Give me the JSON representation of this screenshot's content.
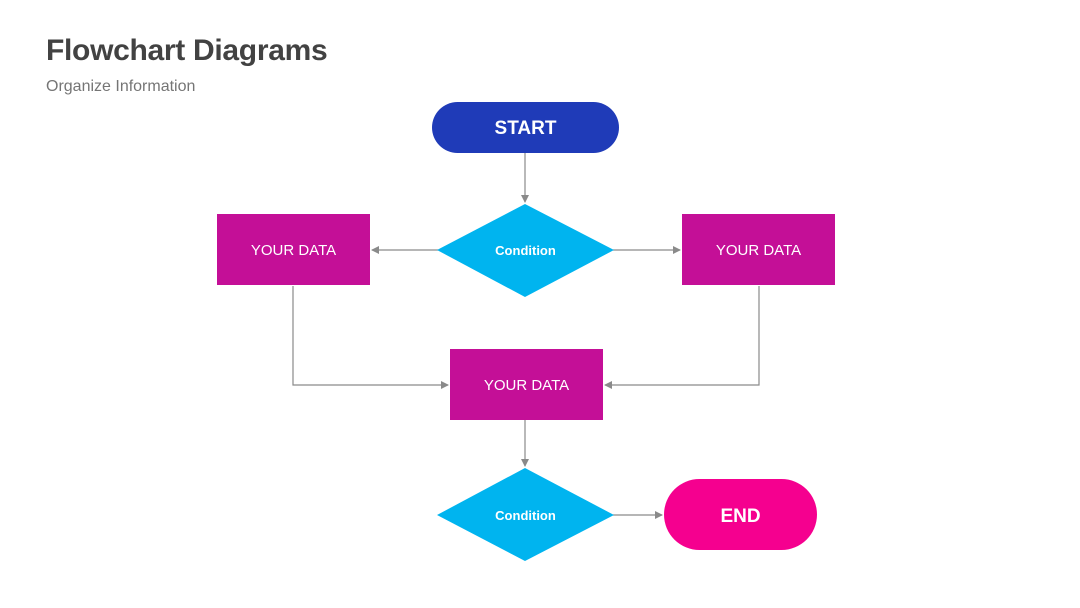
{
  "header": {
    "title": "Flowchart Diagrams",
    "subtitle": "Organize Information"
  },
  "colors": {
    "terminal_start": "#1f3bb8",
    "terminal_end": "#f5008f",
    "process": "#c40f97",
    "decision": "#00b4ef",
    "connector": "#8a8a8a"
  },
  "diagram": {
    "nodes": {
      "start": {
        "label": "START"
      },
      "condition_1": {
        "label": "Condition"
      },
      "data_left": {
        "label": "YOUR DATA"
      },
      "data_right": {
        "label": "YOUR DATA"
      },
      "data_center": {
        "label": "YOUR DATA"
      },
      "condition_2": {
        "label": "Condition"
      },
      "end": {
        "label": "END"
      }
    }
  }
}
